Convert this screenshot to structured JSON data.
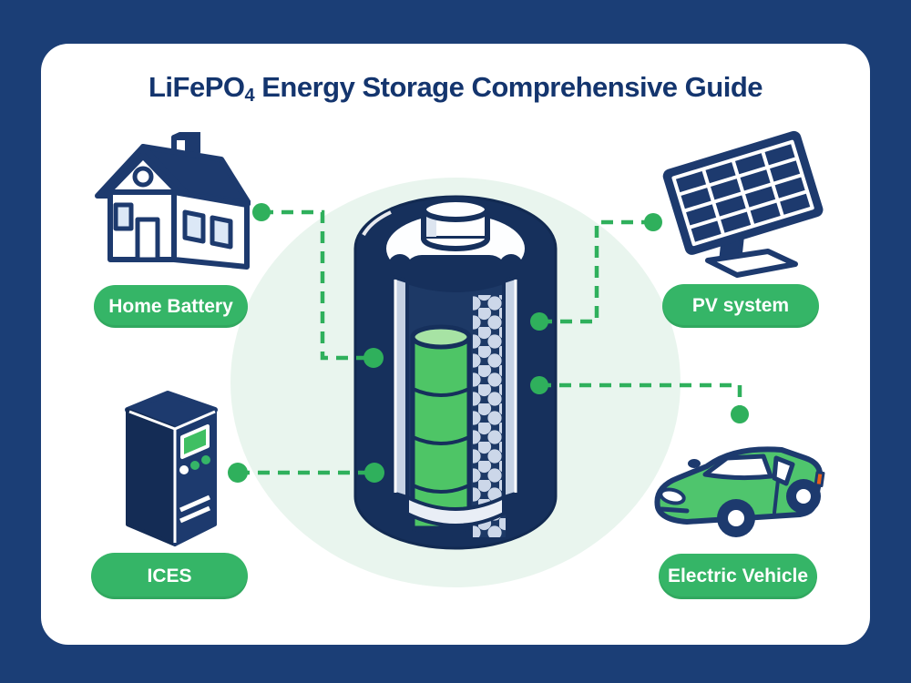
{
  "title": {
    "prefix": "LiFePO",
    "subscript": "4",
    "suffix": " Energy Storage Comprehensive Guide",
    "full_plain": "LiFePO4 Energy Storage Comprehensive Guide"
  },
  "nodes": [
    {
      "label": "Home Battery",
      "icon": "house-icon",
      "position": "top-left"
    },
    {
      "label": "PV system",
      "icon": "solar-panel-icon",
      "position": "top-right"
    },
    {
      "label": "ICES",
      "icon": "inverter-cabinet-icon",
      "position": "bottom-left"
    },
    {
      "label": "Electric Vehicle",
      "icon": "electric-car-icon",
      "position": "bottom-right"
    }
  ],
  "center_illustration": {
    "name": "lifepo4-battery-cutaway",
    "description": "Cutaway cylindrical battery showing green cell stack and sphere separator column"
  },
  "connectors": {
    "style": "green dashed lines with round endpoint dots",
    "links": [
      "house-icon to battery left upper",
      "pv-system to battery right upper",
      "ices to battery left lower",
      "electric-vehicle to battery right middle"
    ]
  },
  "colors": {
    "background_navy": "#1b3e76",
    "card_white": "#ffffff",
    "title_navy": "#14356e",
    "accent_green": "#35b567",
    "connector_green": "#2fb05c",
    "halo_pale_green": "#e9f5ee",
    "illustration_navy": "#17305e",
    "cell_green": "#4ec566",
    "cell_green_light": "#a7e3a4",
    "steel_light": "#c6d2e4",
    "window_pale_blue": "#dce8f6",
    "taillight_orange": "#e8601a"
  }
}
